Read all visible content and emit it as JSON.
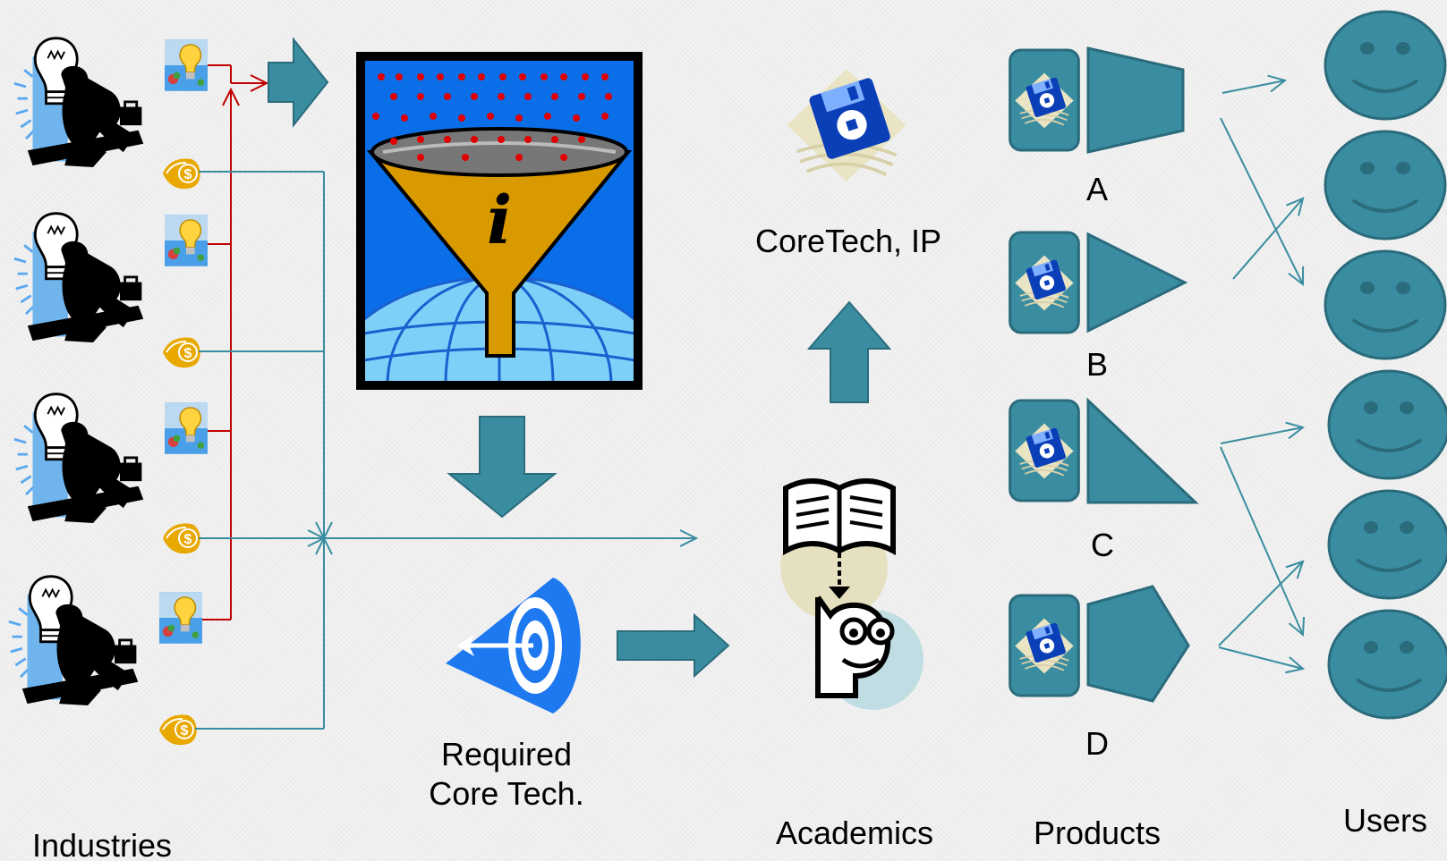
{
  "labels": {
    "industries": "Industries",
    "required_line1": "Required",
    "required_line2": "Core Tech.",
    "coretech": "CoreTech, IP",
    "academics": "Academics",
    "products": "Products",
    "users": "Users"
  },
  "products": [
    "A",
    "B",
    "C",
    "D"
  ],
  "colors": {
    "teal": "#3a8da0",
    "teal_dark": "#2a6b7c",
    "red_line": "#c00000",
    "funnel_gold": "#d99a00",
    "panel_blue": "#0a6ee8",
    "coin_gold": "#e8a800"
  }
}
